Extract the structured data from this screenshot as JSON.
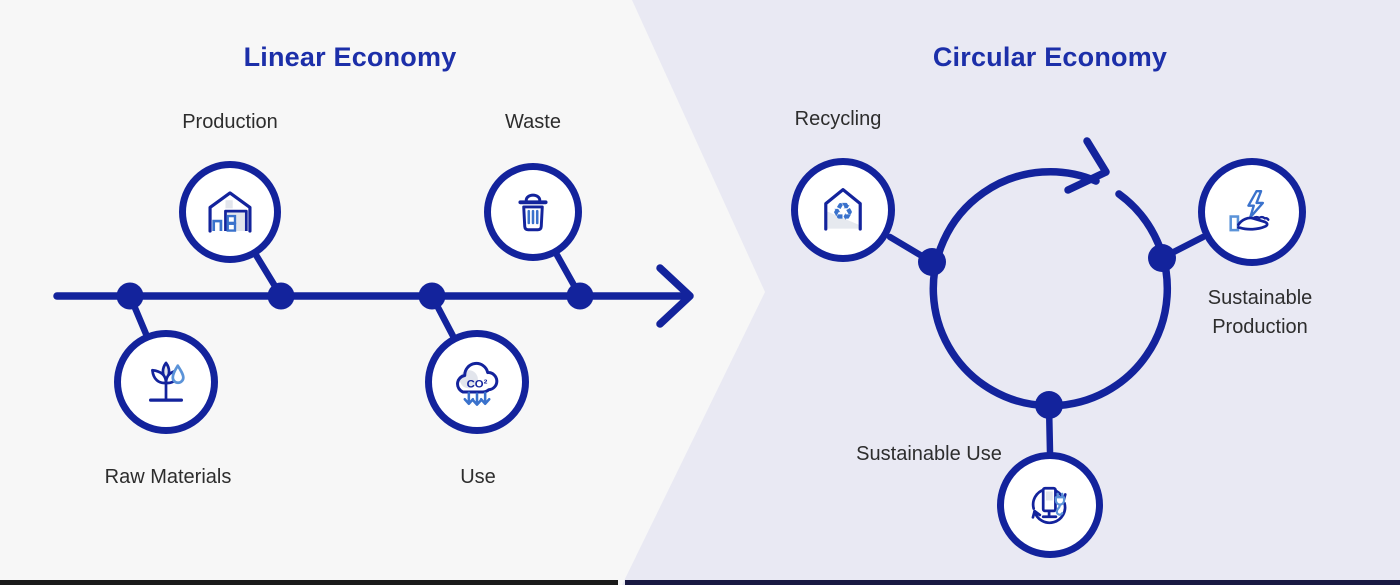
{
  "colors": {
    "navy": "#13239c",
    "title_blue": "#1c2fa9",
    "medium_blue": "#3a72cc",
    "light_blue": "#5b93d8",
    "gray_fill": "#e2e5ec",
    "bg_left": "#f7f7f7",
    "bg_right": "#e9e9f3",
    "label_text": "#2d2d2d",
    "rule_left": "#1a1a1a",
    "rule_right": "#191942"
  },
  "left_panel": {
    "title": "Linear Economy",
    "stages": [
      {
        "label": "Raw Materials",
        "icon": "plant-droplet-icon",
        "position": "below-line"
      },
      {
        "label": "Production",
        "icon": "factory-icon",
        "position": "above-line"
      },
      {
        "label": "Use",
        "icon": "co2-cloud-icon",
        "position": "below-line",
        "icon_text": "CO²"
      },
      {
        "label": "Waste",
        "icon": "trash-icon",
        "position": "above-line"
      }
    ]
  },
  "right_panel": {
    "title": "Circular Economy",
    "stages": [
      {
        "label": "Recycling",
        "icon": "recycle-house-icon",
        "symbol": "♻",
        "position": "top-left-of-loop"
      },
      {
        "label": "Sustainable Production",
        "icon": "hand-energy-icon",
        "position": "right-of-loop"
      },
      {
        "label": "Sustainable Use",
        "icon": "ev-charging-icon",
        "position": "bottom-of-loop"
      }
    ]
  }
}
